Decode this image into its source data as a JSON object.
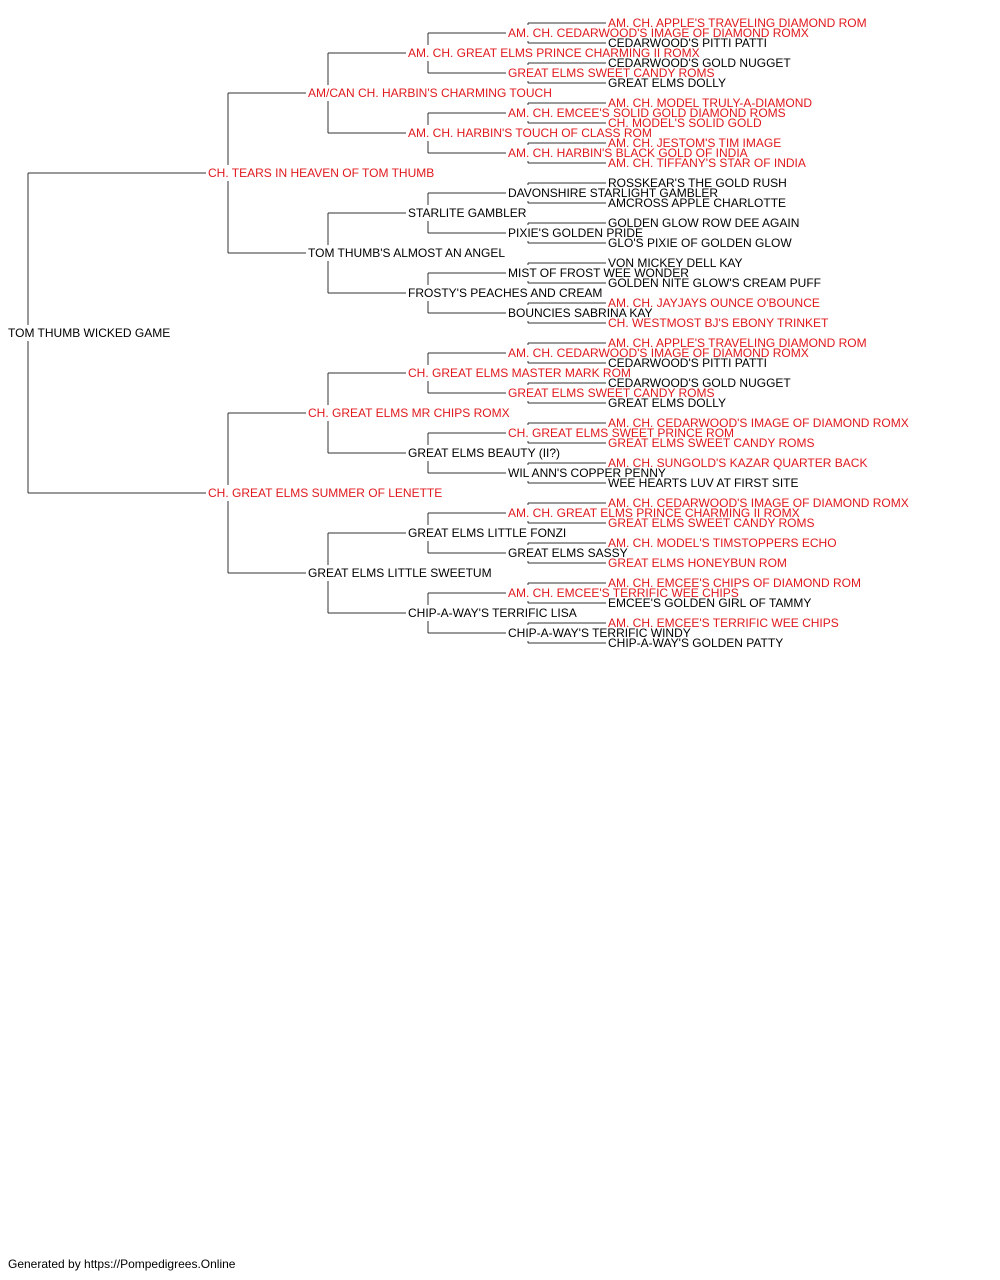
{
  "colors": {
    "titled": "#e0191e",
    "untitled": "#000000",
    "line": "#333333"
  },
  "pedigree": {
    "name": "TOM THUMB WICKED GAME",
    "titled": false,
    "sire": {
      "name": "CH. TEARS IN HEAVEN OF TOM THUMB",
      "titled": true,
      "sire": {
        "name": "AM/CAN CH. HARBIN'S CHARMING TOUCH",
        "titled": true,
        "sire": {
          "name": "AM. CH. GREAT ELMS PRINCE CHARMING II ROMX",
          "titled": true,
          "sire": {
            "name": "AM. CH. CEDARWOOD'S IMAGE OF DIAMOND ROMX",
            "titled": true,
            "sire": {
              "name": "AM. CH. APPLE'S TRAVELING DIAMOND ROM",
              "titled": true
            },
            "dam": {
              "name": "CEDARWOOD'S PITTI PATTI",
              "titled": false
            }
          },
          "dam": {
            "name": "GREAT ELMS SWEET CANDY ROMS",
            "titled": true,
            "sire": {
              "name": "CEDARWOOD'S GOLD NUGGET",
              "titled": false
            },
            "dam": {
              "name": "GREAT ELMS DOLLY",
              "titled": false
            }
          }
        },
        "dam": {
          "name": "AM. CH. HARBIN'S TOUCH OF CLASS ROM",
          "titled": true,
          "sire": {
            "name": "AM. CH. EMCEE'S SOLID GOLD DIAMOND ROMS",
            "titled": true,
            "sire": {
              "name": "AM. CH. MODEL TRULY-A-DIAMOND",
              "titled": true
            },
            "dam": {
              "name": "CH. MODEL'S SOLID GOLD",
              "titled": true
            }
          },
          "dam": {
            "name": "AM. CH. HARBIN'S BLACK GOLD OF INDIA",
            "titled": true,
            "sire": {
              "name": "AM. CH. JESTOM'S TIM IMAGE",
              "titled": true
            },
            "dam": {
              "name": "AM. CH. TIFFANY'S STAR OF INDIA",
              "titled": true
            }
          }
        }
      },
      "dam": {
        "name": "TOM THUMB'S ALMOST AN ANGEL",
        "titled": false,
        "sire": {
          "name": "STARLITE GAMBLER",
          "titled": false,
          "sire": {
            "name": "DAVONSHIRE STARLIGHT GAMBLER",
            "titled": false,
            "sire": {
              "name": "ROSSKEAR'S THE GOLD RUSH",
              "titled": false
            },
            "dam": {
              "name": "AMCROSS APPLE CHARLOTTE",
              "titled": false
            }
          },
          "dam": {
            "name": "PIXIE'S GOLDEN PRIDE",
            "titled": false,
            "sire": {
              "name": "GOLDEN GLOW ROW DEE AGAIN",
              "titled": false
            },
            "dam": {
              "name": "GLO'S PIXIE OF GOLDEN GLOW",
              "titled": false
            }
          }
        },
        "dam": {
          "name": "FROSTY'S PEACHES AND CREAM",
          "titled": false,
          "sire": {
            "name": "MIST OF FROST WEE WONDER",
            "titled": false,
            "sire": {
              "name": "VON MICKEY DELL KAY",
              "titled": false
            },
            "dam": {
              "name": "GOLDEN NITE GLOW'S CREAM PUFF",
              "titled": false
            }
          },
          "dam": {
            "name": "BOUNCIES SABRINA KAY",
            "titled": false,
            "sire": {
              "name": "AM. CH. JAYJAYS OUNCE O'BOUNCE",
              "titled": true
            },
            "dam": {
              "name": "CH. WESTMOST BJ'S EBONY TRINKET",
              "titled": true
            }
          }
        }
      }
    },
    "dam": {
      "name": "CH. GREAT ELMS SUMMER OF LENETTE",
      "titled": true,
      "sire": {
        "name": "CH. GREAT ELMS MR CHIPS ROMX",
        "titled": true,
        "sire": {
          "name": "CH. GREAT ELMS MASTER MARK ROM",
          "titled": true,
          "sire": {
            "name": "AM. CH. CEDARWOOD'S IMAGE OF DIAMOND ROMX",
            "titled": true,
            "sire": {
              "name": "AM. CH. APPLE'S TRAVELING DIAMOND ROM",
              "titled": true
            },
            "dam": {
              "name": "CEDARWOOD'S PITTI PATTI",
              "titled": false
            }
          },
          "dam": {
            "name": "GREAT ELMS SWEET CANDY ROMS",
            "titled": true,
            "sire": {
              "name": "CEDARWOOD'S GOLD NUGGET",
              "titled": false
            },
            "dam": {
              "name": "GREAT ELMS DOLLY",
              "titled": false
            }
          }
        },
        "dam": {
          "name": "GREAT ELMS BEAUTY (II?)",
          "titled": false,
          "sire": {
            "name": "CH. GREAT ELMS SWEET PRINCE ROM",
            "titled": true,
            "sire": {
              "name": "AM. CH. CEDARWOOD'S IMAGE OF DIAMOND ROMX",
              "titled": true
            },
            "dam": {
              "name": "GREAT ELMS SWEET CANDY ROMS",
              "titled": true
            }
          },
          "dam": {
            "name": "WIL ANN'S COPPER PENNY",
            "titled": false,
            "sire": {
              "name": "AM. CH. SUNGOLD'S KAZAR QUARTER BACK",
              "titled": true
            },
            "dam": {
              "name": "WEE HEARTS LUV AT FIRST SITE",
              "titled": false
            }
          }
        }
      },
      "dam": {
        "name": "GREAT ELMS LITTLE SWEETUM",
        "titled": false,
        "sire": {
          "name": "GREAT ELMS LITTLE FONZI",
          "titled": false,
          "sire": {
            "name": "AM. CH. GREAT ELMS PRINCE CHARMING II ROMX",
            "titled": true,
            "sire": {
              "name": "AM. CH. CEDARWOOD'S IMAGE OF DIAMOND ROMX",
              "titled": true
            },
            "dam": {
              "name": "GREAT ELMS SWEET CANDY ROMS",
              "titled": true
            }
          },
          "dam": {
            "name": "GREAT ELMS SASSY",
            "titled": false,
            "sire": {
              "name": "AM. CH. MODEL'S TIMSTOPPERS ECHO",
              "titled": true
            },
            "dam": {
              "name": "GREAT ELMS HONEYBUN ROM",
              "titled": true
            }
          }
        },
        "dam": {
          "name": "CHIP-A-WAY'S TERRIFIC LISA",
          "titled": false,
          "sire": {
            "name": "AM. CH. EMCEE'S TERRIFIC WEE CHIPS",
            "titled": true,
            "sire": {
              "name": "AM. CH. EMCEE'S CHIPS OF DIAMOND ROM",
              "titled": true
            },
            "dam": {
              "name": "EMCEE'S GOLDEN GIRL OF TAMMY",
              "titled": false
            }
          },
          "dam": {
            "name": "CHIP-A-WAY'S TERRIFIC WINDY",
            "titled": false,
            "sire": {
              "name": "AM. CH. EMCEE'S TERRIFIC WEE CHIPS",
              "titled": true
            },
            "dam": {
              "name": "CHIP-A-WAY'S GOLDEN PATTY",
              "titled": false
            }
          }
        }
      }
    }
  },
  "footer": "Generated by https://Pompedigrees.Online"
}
